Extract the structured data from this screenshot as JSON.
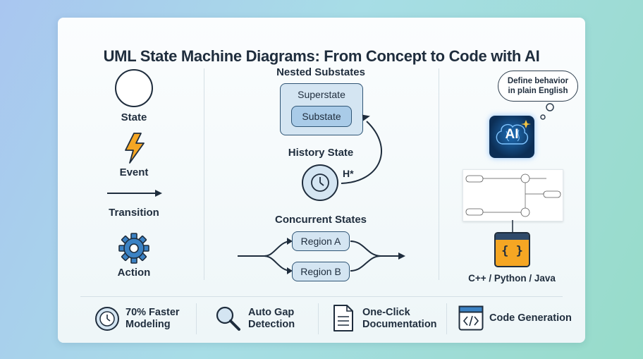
{
  "title": "UML State Machine Diagrams: From Concept to Code with AI",
  "legend": {
    "state": "State",
    "event": "Event",
    "transition": "Transition",
    "action": "Action"
  },
  "center": {
    "nested_title": "Nested Substates",
    "superstate": "Superstate",
    "substate": "Substate",
    "history_title": "History State",
    "history_marker": "H*",
    "concurrent_title": "Concurrent States",
    "region_a": "Region A",
    "region_b": "Region B"
  },
  "ai": {
    "bubble_line1": "Define behavior",
    "bubble_line2": "in plain English",
    "chip_label": "AI",
    "code_braces": "{ }",
    "languages": "C++ / Python / Java"
  },
  "features": [
    {
      "line1": "70% Faster",
      "line2": "Modeling"
    },
    {
      "line1": "Auto Gap",
      "line2": "Detection"
    },
    {
      "line1": "One-Click",
      "line2": "Documentation"
    },
    {
      "line1": "Code Generation",
      "line2": ""
    }
  ],
  "colors": {
    "dark": "#1f2d3d",
    "accent_orange": "#f5a623",
    "accent_blue": "#3b82c4",
    "state_fill": "#d4e5f2"
  }
}
